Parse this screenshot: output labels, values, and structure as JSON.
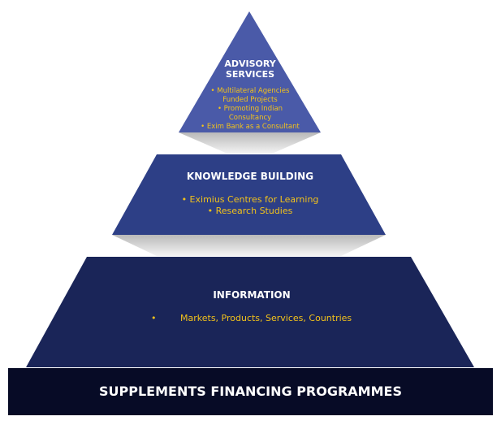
{
  "colors": {
    "tier1": "#4a5aa8",
    "tier2": "#2d3f86",
    "tier3": "#1a2558",
    "base": "#070b26",
    "bullet_text": "#f2c21b",
    "title_text": "#ffffff"
  },
  "tiers": [
    {
      "title": "ADVISORY\nSERVICES",
      "bullets": [
        "• Multilateral Agencies\nFunded Projects",
        "• Promoting Indian\nConsultancy",
        "• Exim Bank as a Consultant"
      ]
    },
    {
      "title": "KNOWLEDGE BUILDING",
      "bullets": [
        "• Eximius Centres for Learning",
        "• Research Studies"
      ]
    },
    {
      "title": "INFORMATION",
      "bullets": [
        "Markets, Products, Services, Countries"
      ]
    }
  ],
  "base_label": "SUPPLEMENTS FINANCING PROGRAMMES"
}
